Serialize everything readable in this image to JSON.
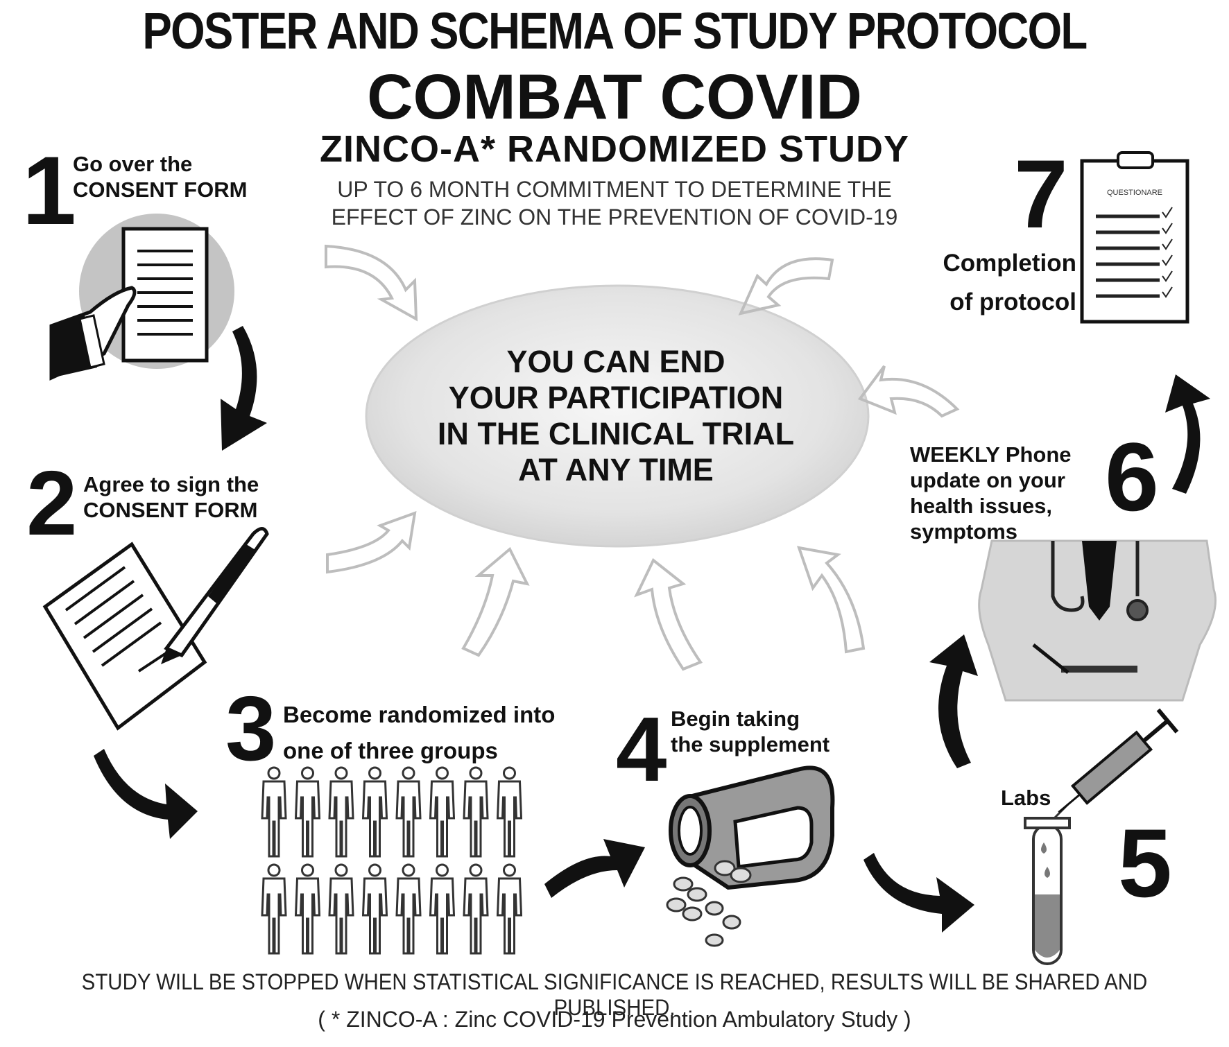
{
  "header": {
    "title": "POSTER AND SCHEMA OF STUDY PROTOCOL",
    "subtitle": "COMBAT COVID",
    "study_name": "ZINCO-A* RANDOMIZED STUDY",
    "description_line1": "UP TO 6 MONTH COMMITMENT TO DETERMINE THE",
    "description_line2": "EFFECT OF ZINC ON THE PREVENTION OF COVID-19"
  },
  "center": {
    "line1": "YOU CAN END",
    "line2": "YOUR PARTICIPATION",
    "line3": "IN THE CLINICAL TRIAL",
    "line4": "AT ANY TIME"
  },
  "steps": [
    {
      "number": "1",
      "line1": "Go over the",
      "line2": "CONSENT FORM"
    },
    {
      "number": "2",
      "line1": "Agree to sign the",
      "line2": "CONSENT FORM"
    },
    {
      "number": "3",
      "line1": "Become randomized into",
      "line2": "one of three groups"
    },
    {
      "number": "4",
      "line1": "Begin taking",
      "line2": "the supplement"
    },
    {
      "number": "5",
      "label": "Labs"
    },
    {
      "number": "6",
      "line1": "WEEKLY Phone",
      "line2": "update on your",
      "line3": "health issues,",
      "line4": "symptoms"
    },
    {
      "number": "7",
      "line1": "Completion",
      "line2": "of protocol"
    }
  ],
  "questionnaire_label": "QUESTIONARE",
  "footer": {
    "note": "STUDY WILL BE STOPPED WHEN STATISTICAL SIGNIFICANCE IS REACHED, RESULTS WILL BE SHARED AND PUBLISHED.",
    "footnote": "( * ZINCO-A : Zinc COVID-19 Prevention Ambulatory Study )"
  },
  "colors": {
    "ink": "#111111",
    "oval_fill": "#e6e6e6",
    "circle_fill": "#c4c4c4",
    "outline_arrow": "#bdbdbd",
    "blood": "#8a8a8a"
  }
}
